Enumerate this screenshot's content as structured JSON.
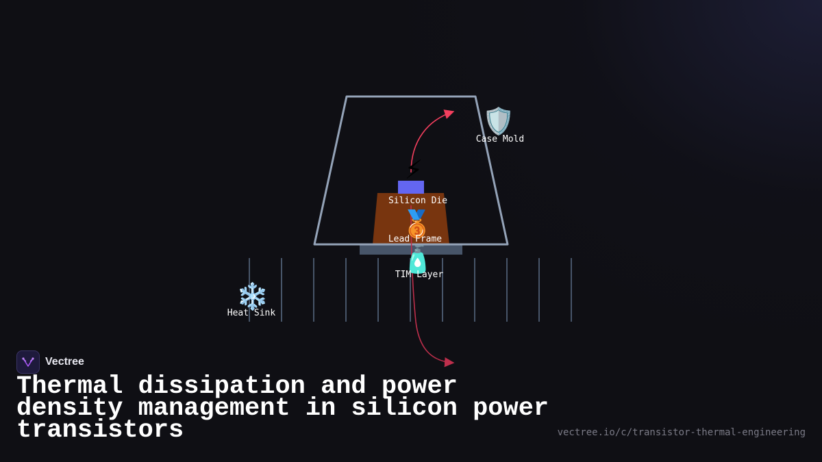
{
  "diagram": {
    "components": {
      "case_mold": {
        "label": "Case Mold",
        "icon": "shield-icon"
      },
      "silicon_die": {
        "label": "Silicon Die",
        "icon": "lightning-icon"
      },
      "lead_frame": {
        "label": "Lead Frame",
        "icon": "medal-icon"
      },
      "tim_layer": {
        "label": "TIM Layer",
        "icon": "bottle-icon"
      },
      "heat_sink": {
        "label": "Heat Sink",
        "icon": "snowflake-icon"
      }
    },
    "colors": {
      "case_outline": "#94a3b8",
      "die": "#6366f1",
      "lead_frame": "#78350f",
      "tim": "#475569",
      "fins": "#475569",
      "heat_flow": "#f43f5e"
    }
  },
  "brand": {
    "name": "Vectree"
  },
  "title": "Thermal dissipation and power density management in silicon power transistors",
  "url": "vectree.io/c/transistor-thermal-engineering"
}
